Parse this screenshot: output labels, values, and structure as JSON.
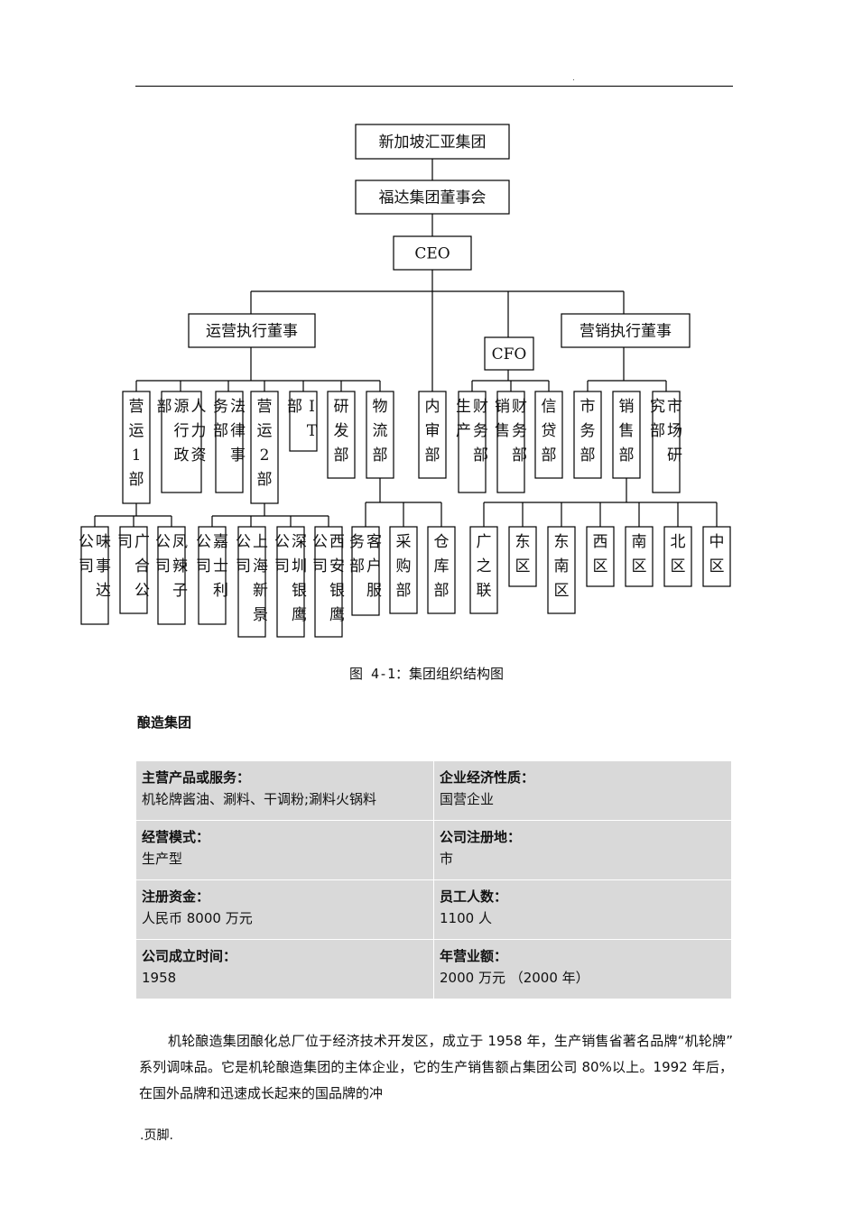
{
  "header": {
    "mark": "."
  },
  "org_chart": {
    "top": "新加坡汇亚集团",
    "board": "福达集团董事会",
    "ceo": "CEO",
    "ops_director": "运营执行董事",
    "cfo": "CFO",
    "sales_director": "营销执行董事",
    "ops_units": [
      "营运1部",
      "人力资源行政部",
      "法律事务部",
      "营运2部",
      "IT部",
      "研发部",
      "物流部"
    ],
    "audit": "内审部",
    "cfo_units": [
      "财务部生产",
      "财务部销售",
      "信贷部"
    ],
    "sales_units": [
      "市务部",
      "销售部",
      "市场研究部"
    ],
    "ops1_companies": [
      "味事达公司",
      "广合公司",
      "凤辣子公司"
    ],
    "ops2_companies": [
      "嘉士利公司",
      "上海新景公司",
      "深圳银鹰公司",
      "西安银鹰公司"
    ],
    "logistics_units": [
      "客户服务部",
      "采购部",
      "仓库部"
    ],
    "regions": [
      "广之联",
      "东区",
      "东南区",
      "西区",
      "南区",
      "北区",
      "中区"
    ]
  },
  "caption": "图 4-1：集团组织结构图",
  "section_title": "酿造集团",
  "info_table": [
    [
      {
        "label": "主营产品或服务：",
        "value": "机轮牌酱油、涮料、干调粉;涮料火锅料"
      },
      {
        "label": "企业经济性质：",
        "value": "国营企业"
      }
    ],
    [
      {
        "label": "经营模式：",
        "value": "生产型"
      },
      {
        "label": "公司注册地：",
        "value": "市"
      }
    ],
    [
      {
        "label": "注册资金：",
        "value": "人民币 8000 万元"
      },
      {
        "label": "员工人数：",
        "value": "1100 人"
      }
    ],
    [
      {
        "label": "公司成立时间：",
        "value": "1958"
      },
      {
        "label": "年营业额：",
        "value": "2000 万元 （2000 年）"
      }
    ]
  ],
  "paragraph": "机轮酿造集团酿化总厂位于经济技术开发区，成立于 1958 年，生产销售省著名品牌“机轮牌” 系列调味品。它是机轮酿造集团的主体企业，它的生产销售额占集团公司 80%以上。1992 年后，在国外品牌和迅速成长起来的国品牌的冲",
  "footer": ".页脚."
}
